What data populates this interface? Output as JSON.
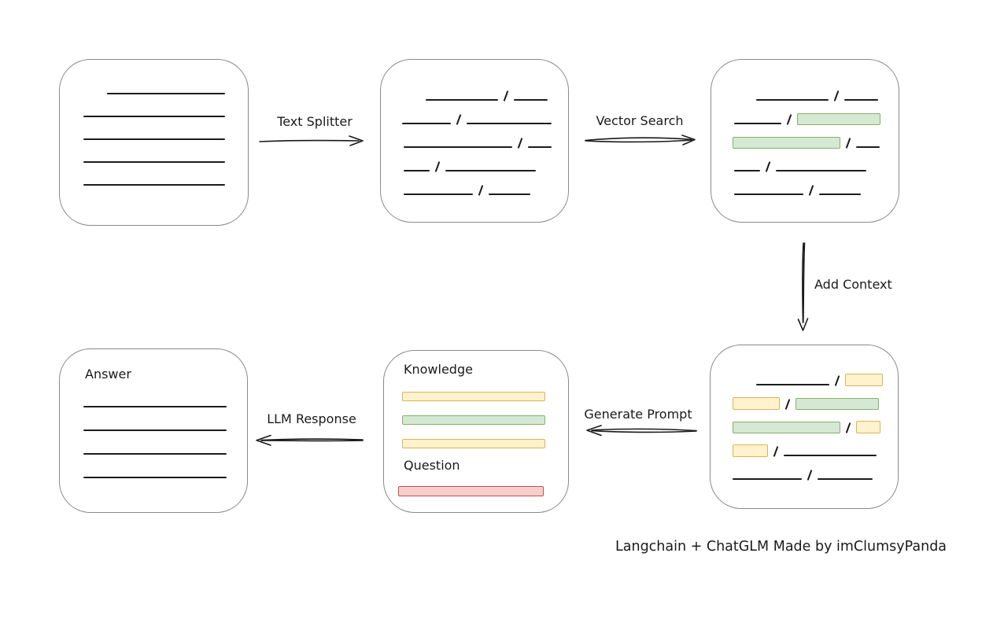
{
  "colors": {
    "green-fill": "#d5e8d4",
    "green-stroke": "#82b366",
    "yellow-fill": "#fff2cc",
    "yellow-stroke": "#d6b656",
    "red-fill": "#f8cecc",
    "red-stroke": "#b85450",
    "box-stroke": "#8a8a8a",
    "line-color": "#1c1c1c"
  },
  "labels": {
    "text_splitter": "Text Splitter",
    "vector_search": "Vector Search",
    "add_context": "Add Context",
    "generate_prompt": "Generate Prompt",
    "llm_response": "LLM Response"
  },
  "caption": "Langchain + ChatGLM Made by imClumsyPanda",
  "boxes": {
    "document": {
      "rows": [
        {
          "ind": 30,
          "items": [
            {
              "t": "line",
              "w": 150
            }
          ]
        },
        {
          "ind": 0,
          "items": [
            {
              "t": "line",
              "w": 180
            }
          ]
        },
        {
          "ind": 0,
          "items": [
            {
              "t": "line",
              "w": 180
            }
          ]
        },
        {
          "ind": 0,
          "items": [
            {
              "t": "line",
              "w": 180
            }
          ]
        },
        {
          "ind": 0,
          "items": [
            {
              "t": "line",
              "w": 180
            }
          ]
        }
      ]
    },
    "chunks": {
      "rows": [
        {
          "ind": 30,
          "items": [
            {
              "t": "line",
              "w": 92
            },
            {
              "t": "slash"
            },
            {
              "t": "line",
              "w": 43
            }
          ]
        },
        {
          "ind": 0,
          "items": [
            {
              "t": "line",
              "w": 62
            },
            {
              "t": "slash"
            },
            {
              "t": "line",
              "w": 108
            }
          ]
        },
        {
          "ind": 2,
          "items": [
            {
              "t": "line",
              "w": 138
            },
            {
              "t": "slash"
            },
            {
              "t": "line",
              "w": 30
            }
          ]
        },
        {
          "ind": 2,
          "items": [
            {
              "t": "line",
              "w": 33
            },
            {
              "t": "slash"
            },
            {
              "t": "line",
              "w": 115
            }
          ]
        },
        {
          "ind": 2,
          "items": [
            {
              "t": "line",
              "w": 88
            },
            {
              "t": "slash"
            },
            {
              "t": "line",
              "w": 53
            }
          ]
        }
      ]
    },
    "search_result": {
      "rows": [
        {
          "ind": 30,
          "items": [
            {
              "t": "line",
              "w": 92
            },
            {
              "t": "slash"
            },
            {
              "t": "line",
              "w": 43
            }
          ]
        },
        {
          "ind": 2,
          "items": [
            {
              "t": "line",
              "w": 60
            },
            {
              "t": "slash"
            },
            {
              "t": "chip",
              "c": "green",
              "w": 106
            }
          ]
        },
        {
          "ind": 0,
          "items": [
            {
              "t": "chip",
              "c": "green",
              "w": 137
            },
            {
              "t": "slash"
            },
            {
              "t": "line",
              "w": 30
            }
          ]
        },
        {
          "ind": 2,
          "items": [
            {
              "t": "line",
              "w": 33
            },
            {
              "t": "slash"
            },
            {
              "t": "line",
              "w": 115
            }
          ]
        },
        {
          "ind": 2,
          "items": [
            {
              "t": "line",
              "w": 88
            },
            {
              "t": "slash"
            },
            {
              "t": "line",
              "w": 53
            }
          ]
        }
      ]
    },
    "context_result": {
      "rows": [
        {
          "ind": 30,
          "items": [
            {
              "t": "line",
              "w": 93
            },
            {
              "t": "slash"
            },
            {
              "t": "chip",
              "c": "yellow",
              "w": 48,
              "h": 16
            }
          ]
        },
        {
          "ind": 0,
          "items": [
            {
              "t": "chip",
              "c": "yellow",
              "w": 60,
              "h": 16
            },
            {
              "t": "slash"
            },
            {
              "t": "chip",
              "c": "green",
              "w": 106
            }
          ]
        },
        {
          "ind": 0,
          "items": [
            {
              "t": "chip",
              "c": "green",
              "w": 137
            },
            {
              "t": "slash"
            },
            {
              "t": "chip",
              "c": "yellow",
              "w": 31,
              "h": 16
            }
          ]
        },
        {
          "ind": 0,
          "items": [
            {
              "t": "chip",
              "c": "yellow",
              "w": 45,
              "h": 16
            },
            {
              "t": "slash"
            },
            {
              "t": "line",
              "w": 118
            }
          ]
        },
        {
          "ind": 0,
          "items": [
            {
              "t": "line",
              "w": 88
            },
            {
              "t": "slash"
            },
            {
              "t": "line",
              "w": 70
            }
          ]
        }
      ]
    },
    "prompt": {
      "knowledge_label": "Knowledge",
      "question_label": "Question",
      "knowledge_rows": [
        {
          "ind": 0,
          "items": [
            {
              "t": "chip",
              "c": "yellow",
              "w": 182,
              "h": 12
            }
          ]
        },
        {
          "ind": 0,
          "items": [
            {
              "t": "chip",
              "c": "green",
              "w": 182,
              "h": 12
            }
          ]
        },
        {
          "ind": 0,
          "items": [
            {
              "t": "chip",
              "c": "yellow",
              "w": 182,
              "h": 12
            }
          ]
        }
      ],
      "question_rows": [
        {
          "ind": 0,
          "items": [
            {
              "t": "chip",
              "c": "red",
              "w": 185,
              "h": 13
            }
          ]
        }
      ]
    },
    "answer": {
      "title": "Answer",
      "rows": [
        {
          "ind": 0,
          "items": [
            {
              "t": "line",
              "w": 182
            }
          ]
        },
        {
          "ind": 0,
          "items": [
            {
              "t": "line",
              "w": 182
            }
          ]
        },
        {
          "ind": 0,
          "items": [
            {
              "t": "line",
              "w": 182
            }
          ]
        },
        {
          "ind": 0,
          "items": [
            {
              "t": "line",
              "w": 182
            }
          ]
        }
      ]
    }
  }
}
